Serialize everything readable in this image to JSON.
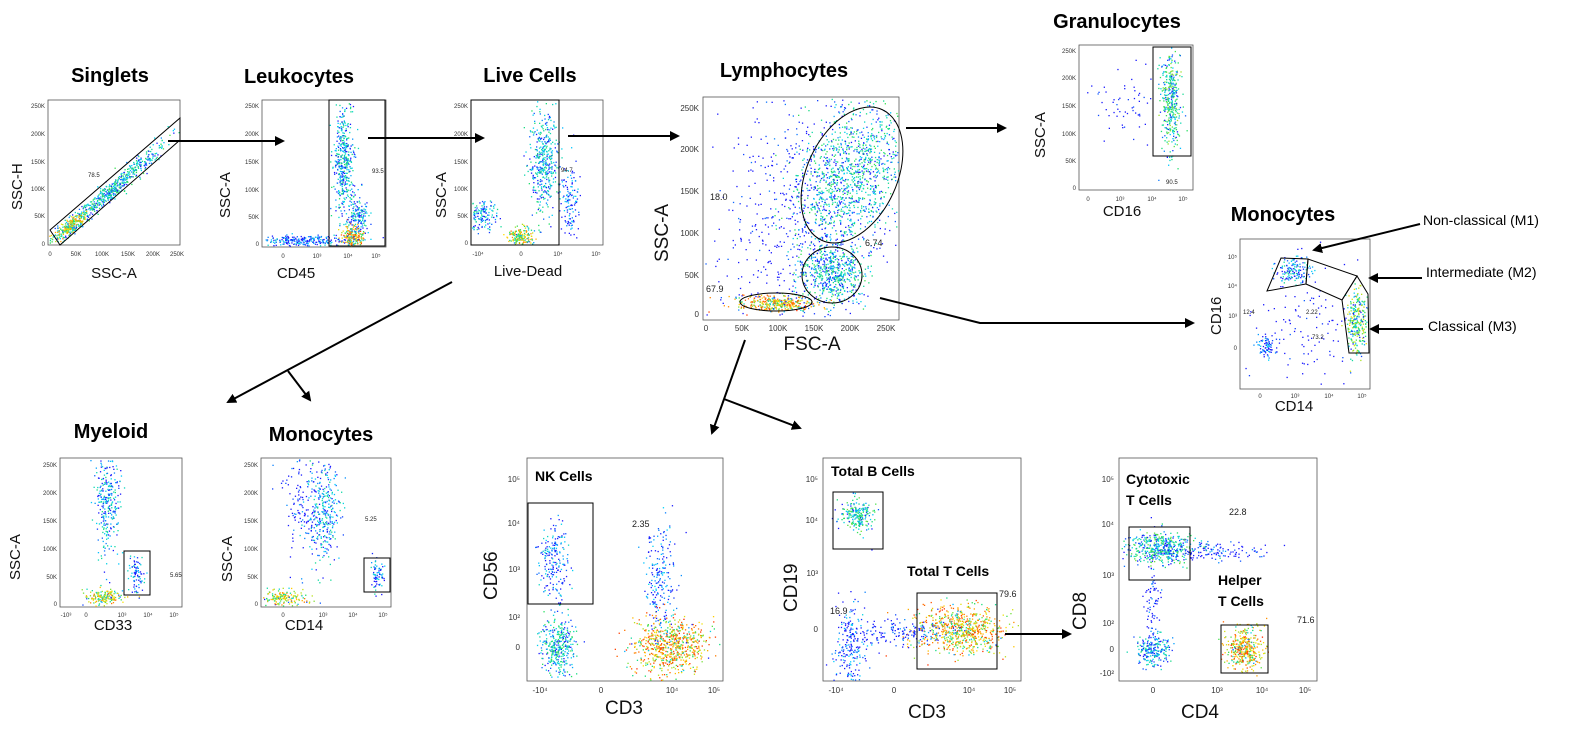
{
  "singlets": {
    "title": "Singlets",
    "xlabel": "SSC-A",
    "ylabel": "SSC-H",
    "yticks": [
      "250K",
      "200K",
      "150K",
      "100K",
      "50K",
      "0"
    ],
    "xticks": [
      "0",
      "50K",
      "100K",
      "150K",
      "200K",
      "250K"
    ],
    "gate_pct": "78.5"
  },
  "leukocytes": {
    "title": "Leukocytes",
    "xlabel": "CD45",
    "ylabel": "SSC-A",
    "yticks": [
      "250K",
      "200K",
      "150K",
      "100K",
      "50K",
      "0"
    ],
    "xticks": [
      "0",
      "10³",
      "10⁴",
      "10⁵"
    ],
    "gate_pct": "93.5"
  },
  "live_cells": {
    "title": "Live Cells",
    "xlabel": "Live-Dead",
    "ylabel": "SSC-A",
    "yticks": [
      "250K",
      "200K",
      "150K",
      "100K",
      "50K",
      "0"
    ],
    "xticks": [
      "-10⁴",
      "0",
      "10⁴",
      "10⁵"
    ],
    "gate_pct": "94.7"
  },
  "lymphocytes": {
    "title": "Lymphocytes",
    "xlabel": "FSC-A",
    "ylabel": "SSC-A",
    "yticks": [
      "250K",
      "200K",
      "150K",
      "100K",
      "50K",
      "0"
    ],
    "xticks": [
      "0",
      "50K",
      "100K",
      "150K",
      "200K",
      "250K"
    ],
    "pct_granulocytes": "18.0",
    "pct_monocytes": "6.74",
    "pct_lymphocytes": "67.9"
  },
  "granulocytes": {
    "title": "Granulocytes",
    "xlabel": "CD16",
    "ylabel": "SSC-A",
    "yticks": [
      "250K",
      "200K",
      "150K",
      "100K",
      "50K",
      "0"
    ],
    "xticks": [
      "0",
      "10³",
      "10⁴",
      "10⁵"
    ],
    "gate_pct": "90.5"
  },
  "monocytes_right": {
    "title": "Monocytes",
    "xlabel": "CD14",
    "ylabel": "CD16",
    "yticks": [
      "10⁵",
      "10⁴",
      "10³",
      "0"
    ],
    "xticks": [
      "0",
      "10³",
      "10⁴",
      "10⁵"
    ],
    "pct_m1": "12.4",
    "pct_m2": "2.22",
    "pct_m3": "73.2",
    "ann_m1": "Non-classical (M1)",
    "ann_m2": "Intermediate (M2)",
    "ann_m3": "Classical (M3)"
  },
  "myeloid": {
    "title": "Myeloid",
    "xlabel": "CD33",
    "ylabel": "SSC-A",
    "yticks": [
      "250K",
      "200K",
      "150K",
      "100K",
      "50K",
      "0"
    ],
    "xticks": [
      "-10³",
      "0",
      "10³",
      "10⁴",
      "10⁵"
    ],
    "gate_pct": "5.65"
  },
  "monocytes_left": {
    "title": "Monocytes",
    "xlabel": "CD14",
    "ylabel": "SSC-A",
    "yticks": [
      "250K",
      "200K",
      "150K",
      "100K",
      "50K",
      "0"
    ],
    "xticks": [
      "0",
      "10³",
      "10⁴",
      "10⁵"
    ],
    "gate_pct": "5.25"
  },
  "nk": {
    "gate_label": "NK Cells",
    "xlabel": "CD3",
    "ylabel": "CD56",
    "yticks": [
      "10⁵",
      "10⁴",
      "10³",
      "10²",
      "0"
    ],
    "xticks": [
      "-10⁴",
      "0",
      "10⁴",
      "10⁵"
    ],
    "gate_pct": "2.35"
  },
  "bt": {
    "gate_label_b": "Total B Cells",
    "gate_label_t": "Total T Cells",
    "xlabel": "CD3",
    "ylabel": "CD19",
    "yticks": [
      "10⁵",
      "10⁴",
      "10³",
      "0"
    ],
    "xticks": [
      "-10⁴",
      "0",
      "10⁴",
      "10⁵"
    ],
    "pct_other": "16.9",
    "pct_t": "79.6"
  },
  "cd4cd8": {
    "gate_label_ctl_1": "Cytotoxic",
    "gate_label_ctl_2": "T Cells",
    "gate_label_th_1": "Helper",
    "gate_label_th_2": "T Cells",
    "xlabel": "CD4",
    "ylabel": "CD8",
    "yticks": [
      "10⁵",
      "10⁴",
      "10³",
      "10²",
      "0",
      "-10²"
    ],
    "xticks": [
      "0",
      "10³",
      "10⁴",
      "10⁵"
    ],
    "pct_ctl": "22.8",
    "pct_th": "71.6"
  },
  "colors": {
    "background": "#ffffff",
    "axis": "#555555",
    "gate": "#000000",
    "arrow": "#000000",
    "density_low": "#1a1aff",
    "density_high": "#ff2a00"
  },
  "icon_names": [
    "arrow-icon"
  ]
}
